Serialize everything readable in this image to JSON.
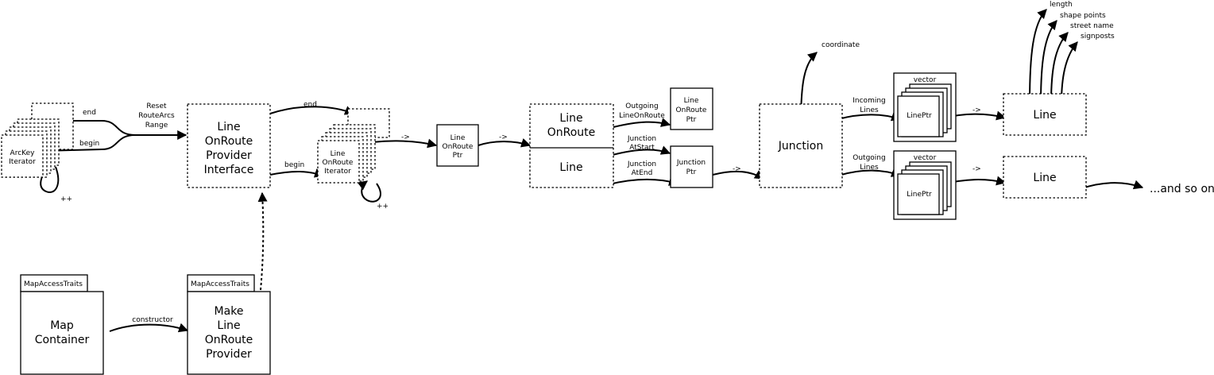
{
  "arc_key_iterator": {
    "label": [
      "ArcKey",
      "Iterator"
    ],
    "increment": "++"
  },
  "reset_label": [
    "Reset",
    "RouteArcs",
    "Range"
  ],
  "edges": {
    "end": "end",
    "begin": "begin",
    "deref": "->",
    "constructor": "constructor"
  },
  "provider_interface": {
    "label": [
      "Line",
      "OnRoute",
      "Provider",
      "Interface"
    ]
  },
  "line_on_route_iterator": {
    "label": [
      "Line",
      "OnRoute",
      "Iterator"
    ],
    "increment": "++"
  },
  "line_on_route_ptr": {
    "label": [
      "Line",
      "OnRoute",
      "Ptr"
    ]
  },
  "line_on_route": {
    "top_label": [
      "Line",
      "OnRoute"
    ],
    "bottom_label": "Line"
  },
  "outgoing_label": [
    "Outgoing",
    "LineOnRoute"
  ],
  "outgoing_ptr": {
    "label": [
      "Line",
      "OnRoute",
      "Ptr"
    ]
  },
  "junction_at_start_label": [
    "Junction",
    "AtStart"
  ],
  "junction_at_end_label": [
    "Junction",
    "AtEnd"
  ],
  "junction_ptr": {
    "label": [
      "Junction",
      "Ptr"
    ]
  },
  "junction": {
    "label": "Junction",
    "coordinate": "coordinate"
  },
  "incoming_lines_label": [
    "Incoming",
    "Lines"
  ],
  "outgoing_lines_label": [
    "Outgoing",
    "Lines"
  ],
  "vector_top": {
    "title": "vector",
    "item": "LinePtr"
  },
  "vector_bottom": {
    "title": "vector",
    "item": "LinePtr"
  },
  "line_top": {
    "label": "Line",
    "attributes": [
      "length",
      "shape points",
      "street name",
      "signposts"
    ]
  },
  "line_bottom": {
    "label": "Line"
  },
  "and_so_on": "...and so on",
  "map_container": {
    "tab": "MapAccessTraits",
    "label": [
      "Map",
      "Container"
    ]
  },
  "make_provider": {
    "tab": "MapAccessTraits",
    "label": [
      "Make",
      "Line",
      "OnRoute",
      "Provider"
    ]
  }
}
